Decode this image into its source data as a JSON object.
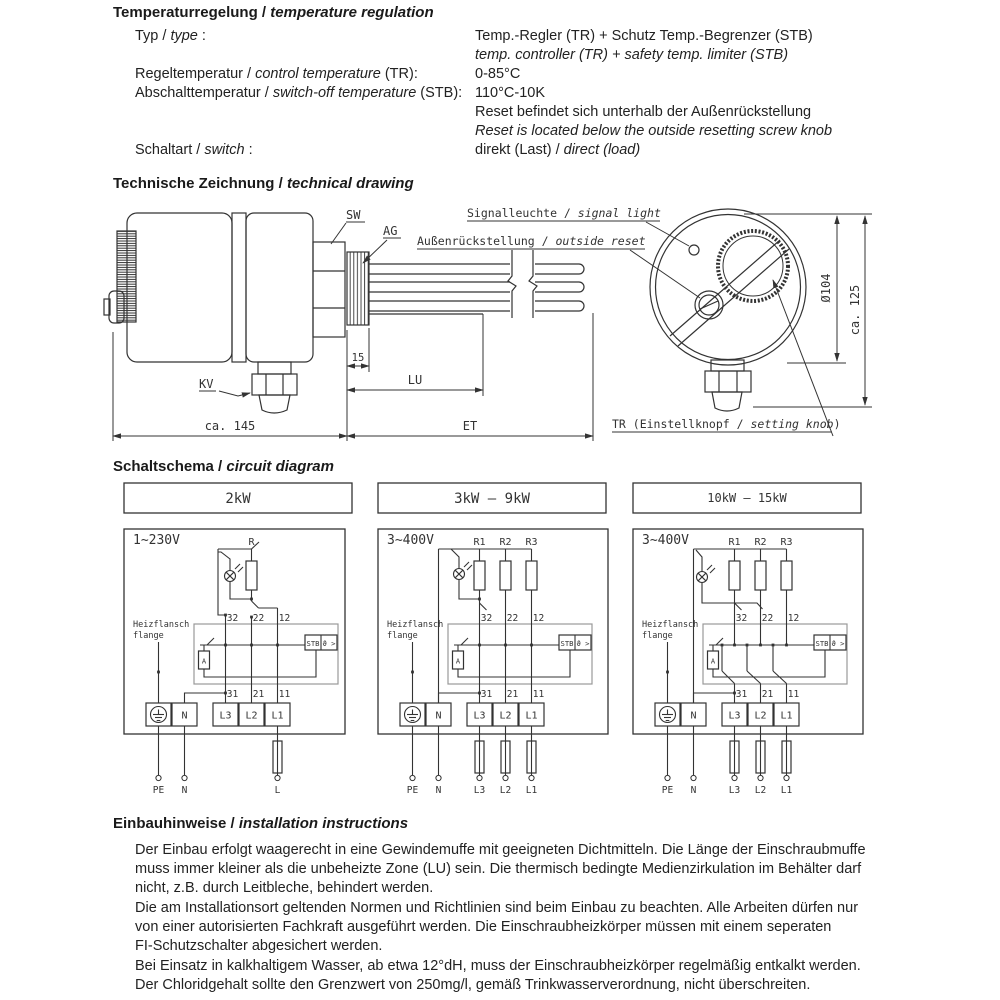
{
  "spec": {
    "heading": {
      "de": "Temperaturregelung",
      "sep": " / ",
      "en": "temperature regulation"
    },
    "typ": {
      "de": "Typ / ",
      "en": "type",
      "tail": " :",
      "val_de": "Temp.-Regler (TR) + Schutz Temp.-Begrenzer (STB)",
      "val_en": "temp. controller (TR) + safety temp. limiter (STB)"
    },
    "regel": {
      "de": "Regeltemperatur / ",
      "en": "control temperature",
      "tail": " (TR):",
      "val": "0-85°C"
    },
    "abschalt": {
      "de": "Abschalttemperatur / ",
      "en": "switch-off temperature",
      "tail": " (STB):",
      "val": "110°C-10K"
    },
    "reset": {
      "de": "Reset befindet sich unterhalb der Außenrückstellung",
      "en": "Reset is located below the outside resetting screw knob"
    },
    "schaltart": {
      "de": "Schaltart / ",
      "en": "switch",
      "tail": " :",
      "val_de": "direkt (Last) / ",
      "val_en": "direct (load)"
    }
  },
  "drawing": {
    "heading": {
      "de": "Technische Zeichnung",
      "sep": " / ",
      "en": "technical drawing"
    },
    "labels": {
      "sw": "SW",
      "ag": "AG",
      "kv": "KV",
      "signal_de": "Signalleuchte / ",
      "signal_en": "signal light",
      "reset_de": "Außenrückstellung / ",
      "reset_en": "outside reset",
      "tr_de": "TR (Einstellknopf / ",
      "tr_en": "setting knob",
      "tr_close": ")",
      "dim15": "15",
      "lu": "LU",
      "et": "ET",
      "ca145": "ca. 145",
      "dia": "Ø104",
      "ca125": "ca. 125"
    }
  },
  "circuit": {
    "heading": {
      "de": "Schaltschema",
      "sep": " / ",
      "en": "circuit diagram"
    },
    "headers": [
      "2kW",
      "3kW – 9kW",
      "10kW – 15kW"
    ],
    "d1": {
      "voltage": "1~230V",
      "r": [
        "R"
      ],
      "top_terms": [
        "32",
        "22",
        "12"
      ],
      "bot_terms": [
        "31",
        "21",
        "11"
      ],
      "stb": "STB",
      "theta": "ϑ >",
      "sensor": "A",
      "heiz_de": "Heizflansch",
      "heiz_en": "flange",
      "terms": [
        "N",
        "L3",
        "L2",
        "L1"
      ],
      "bottom": [
        "PE",
        "N",
        "L"
      ]
    },
    "d2": {
      "voltage": "3~400V",
      "r": [
        "R1",
        "R2",
        "R3"
      ],
      "top_terms": [
        "32",
        "22",
        "12"
      ],
      "bot_terms": [
        "31",
        "21",
        "11"
      ],
      "stb": "STB",
      "theta": "ϑ >",
      "sensor": "A",
      "heiz_de": "Heizflansch",
      "heiz_en": "flange",
      "terms": [
        "N",
        "L3",
        "L2",
        "L1"
      ],
      "bottom": [
        "PE",
        "N",
        "L3",
        "L2",
        "L1"
      ]
    },
    "d3": {
      "voltage": "3~400V",
      "r": [
        "R1",
        "R2",
        "R3"
      ],
      "top_terms": [
        "32",
        "22",
        "12"
      ],
      "bot_terms": [
        "31",
        "21",
        "11"
      ],
      "stb": "STB",
      "theta": "ϑ >",
      "sensor": "A",
      "heiz_de": "Heizflansch",
      "heiz_en": "flange",
      "terms": [
        "N",
        "L3",
        "L2",
        "L1"
      ],
      "bottom": [
        "PE",
        "N",
        "L3",
        "L2",
        "L1"
      ]
    }
  },
  "install": {
    "heading": {
      "de": "Einbauhinweise",
      "sep": " / ",
      "en": "installation instructions"
    },
    "lines": [
      "Der Einbau erfolgt waagerecht in eine Gewindemuffe mit geeigneten Dichtmitteln. Die Länge der Einschraubmuffe",
      "muss immer kleiner als die unbeheizte Zone (LU) sein. Die thermisch bedingte Medienzirkulation im Behälter darf",
      "nicht, z.B. durch Leitbleche, behindert werden.",
      "Die am Installationsort geltenden Normen und Richtlinien sind beim Einbau zu beachten. Alle Arbeiten dürfen nur",
      "von einer autorisierten Fachkraft ausgeführt werden. Die Einschraubheizkörper müssen mit einem seperaten",
      "FI-Schutzschalter abgesichert werden.",
      "Bei Einsatz in kalkhaltigem Wasser, ab etwa 12°dH, muss der Einschraubheizkörper regelmäßig entkalkt werden.",
      "Der Chloridgehalt sollte den Grenzwert von 250mg/l, gemäß Trinkwasserverordnung, nicht überschreiten."
    ]
  },
  "colors": {
    "ink": "#333333",
    "text": "#1a1a1a",
    "inner_box": "#999999"
  }
}
